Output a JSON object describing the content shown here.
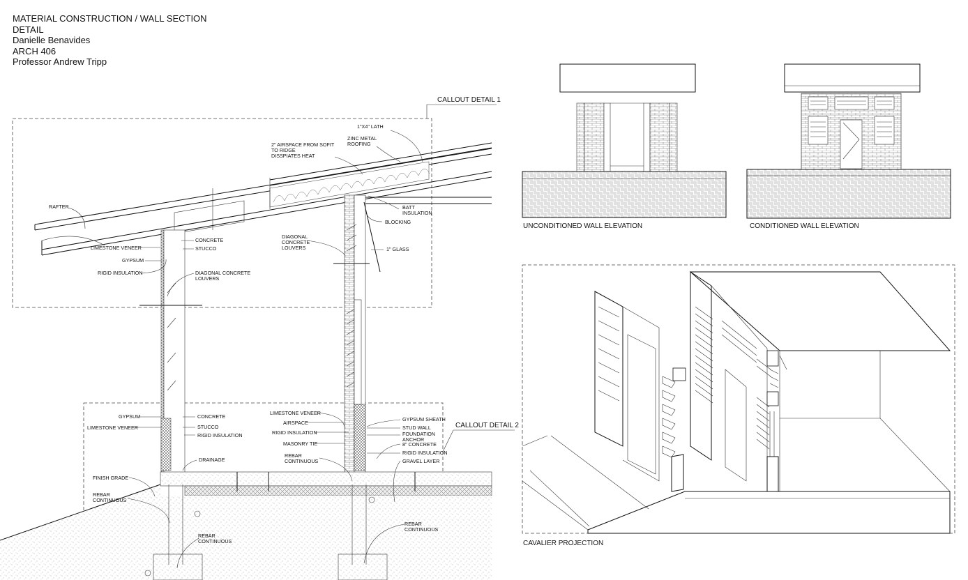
{
  "header": {
    "title_line1": "MATERIAL CONSTRUCTION / WALL SECTION",
    "title_line2": "DETAIL",
    "author": "Danielle Benavides",
    "course": "ARCH 406",
    "professor": "Professor Andrew Tripp"
  },
  "callouts": {
    "detail1": "CALLOUT DETAIL 1",
    "detail2": "CALLOUT DETAIL 2"
  },
  "annotations_top": {
    "lath": "1\"X4\" LATH",
    "zinc_1": "ZINC METAL",
    "zinc_2": "ROOFING",
    "airspace_1": "2\" AIRSPACE FROM SOFIT",
    "airspace_2": "TO RIDGE",
    "airspace_3": "DISSPIATES HEAT",
    "rafter": "RAFTER",
    "batt_1": "BATT",
    "batt_2": "INSULATION",
    "blocking": "BLOCKING",
    "louvers_1": "DIAGONAL",
    "louvers_2": "CONCRETE",
    "louvers_3": "LOUVERS",
    "glass": "1\" GLASS",
    "limestone_veneer": "LIMESTONE VENEER",
    "concrete": "CONCRETE",
    "stucco": "STUCCO",
    "gypsum": "GYPSUM",
    "rigid_insulation": "RIGID INSULATION",
    "diag_louvers_1": "DIAGONAL CONCRETE",
    "diag_louvers_2": "LOUVERS"
  },
  "annotations_bottom": {
    "gypsum": "GYPSUM",
    "limestone_veneer": "LIMESTONE VENEER",
    "concrete": "CONCRETE",
    "stucco": "STUCCO",
    "rigid_insulation": "RIGID INSULATION",
    "drainage": "DRAINAGE",
    "finish_grade": "FINISH GRADE",
    "rebar_left_1": "REBAR",
    "rebar_left_2": "CONTINUOUS",
    "rebar_mid_1": "REBAR",
    "rebar_mid_2": "CONTINUOUS",
    "limestone_veneer_r": "LIMESTONE VENEER",
    "airspace": "AIRSPACE",
    "rigid_insulation_r": "RIGID INSULATION",
    "masonry_tie": "MASONRY TIE",
    "rebar_cont_1": "REBAR",
    "rebar_cont_2": "CONTINUOUS",
    "gypsum_sheath": "GYPSUM SHEATH",
    "stud_wall": "STUD WALL",
    "foundation_anchor_1": "FOUNDATION",
    "foundation_anchor_2": "ANCHOR",
    "concrete_8": "8\" CONCRETE",
    "rigid_insulation_r2": "RIGID INSULATION",
    "gravel_layer": "GRAVEL LAYER",
    "rebar_right_1": "REBAR",
    "rebar_right_2": "CONTINUOUS"
  },
  "elevations": {
    "unconditioned": "UNCONDITIONED WALL ELEVATION",
    "conditioned": "CONDITIONED WALL ELEVATION"
  },
  "projection": {
    "label": "CAVALIER PROJECTION"
  },
  "colors": {
    "line": "#111111",
    "paper": "#ffffff",
    "hatch": "#666666"
  }
}
